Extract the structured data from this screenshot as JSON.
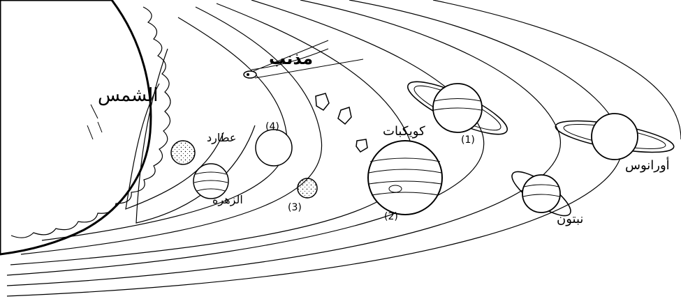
{
  "diagram": {
    "labels": {
      "sun": "الشمس",
      "comet": "مذنب",
      "asteroids": "كويكبات",
      "mercury": "عطارد",
      "venus": "الزهرة",
      "uranus": "أورانوس",
      "neptune": "نبتون",
      "planet_1": "(1)",
      "planet_2": "(2)",
      "planet_3": "(3)",
      "planet_4": "(4)"
    },
    "colors": {
      "ink": "#000000",
      "paper": "#ffffff"
    }
  }
}
